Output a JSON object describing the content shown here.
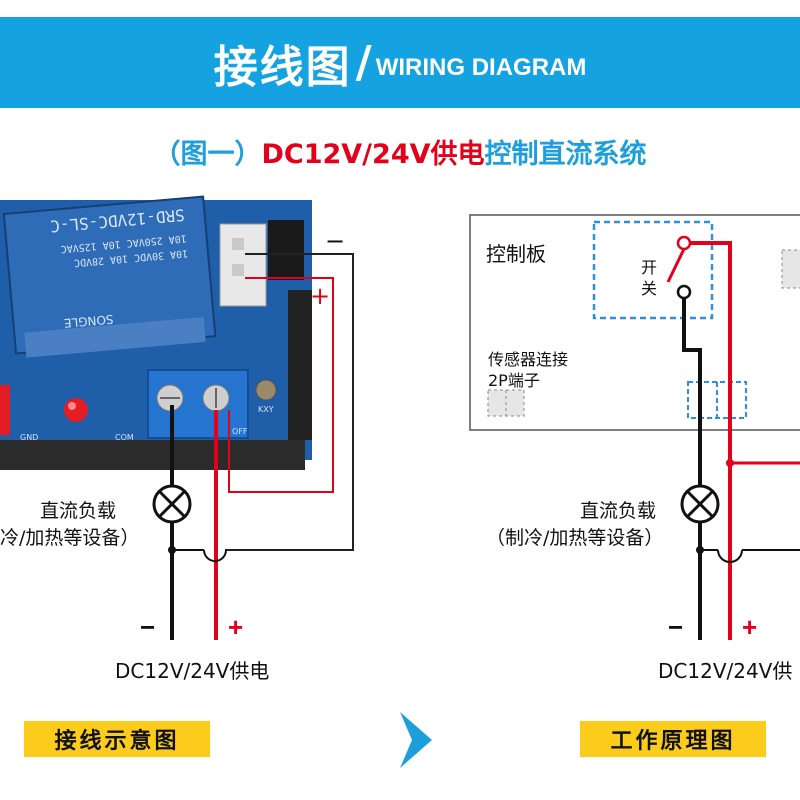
{
  "banner": {
    "title_zh": "接线图",
    "separator": "/",
    "title_en": "WIRING DIAGRAM"
  },
  "subtitle": {
    "open": "（图一）",
    "highlight": "DC12V/24V供电",
    "rest": "控制直流系统"
  },
  "left": {
    "load_label": "直流负载",
    "load_note": "冷/加热等设备）",
    "minus": "−",
    "plus": "+",
    "supply": "DC12V/24V供电",
    "terminal_minus": "−",
    "terminal_plus": "+"
  },
  "right": {
    "board_label": "控制板",
    "switch_label_1": "开",
    "switch_label_2": "关",
    "sensor_label_1": "传感器连接",
    "sensor_label_2": "2P端子",
    "load_label": "直流负载",
    "load_note": "（制冷/加热等设备）",
    "minus": "−",
    "plus": "+",
    "supply": "DC12V/24V供"
  },
  "relay": {
    "model": "SRD-12VDC-SL-C",
    "rating_1": "10A 250VAC  10A 125VAC",
    "rating_2": "10A 30VDC  10A 28VDC",
    "brand": "SONGLE",
    "pin_gnd": "GND",
    "pin_com": "COM",
    "pin_off": "OFF",
    "pin_kxy": "KXY"
  },
  "buttons": {
    "left": "接线示意图",
    "right": "工作原理图"
  },
  "colors": {
    "banner": "#14a3e0",
    "accent_blue": "#1e9fdc",
    "accent_red": "#e3001b",
    "button": "#fbcc1c",
    "board": "#1f5ea8"
  }
}
